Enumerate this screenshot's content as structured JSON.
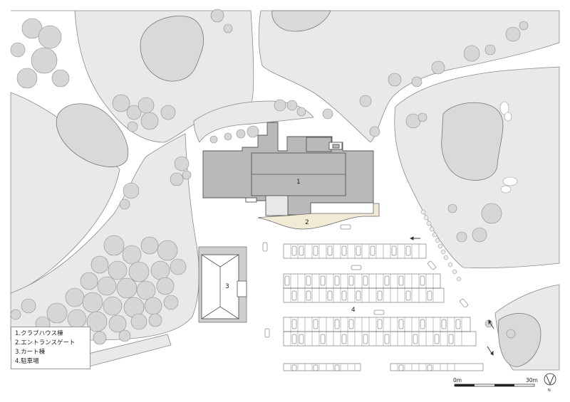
{
  "legend": {
    "items": [
      {
        "number": "1",
        "label": "1.クラブハウス棟"
      },
      {
        "number": "2",
        "label": "2.エントランスゲート"
      },
      {
        "number": "3",
        "label": "3.カート棟"
      },
      {
        "number": "4",
        "label": "4.駐車場"
      }
    ]
  },
  "scale_bar": {
    "start": "0m",
    "end": "30m"
  },
  "north_arrow": {
    "letter": "N"
  },
  "colors": {
    "ground": "#e9e9e9",
    "road": "#ffffff",
    "building": "#b9b9b9",
    "building_line": "#555555",
    "tree": "#d6d6d6",
    "entrance": "#f1ead5"
  }
}
